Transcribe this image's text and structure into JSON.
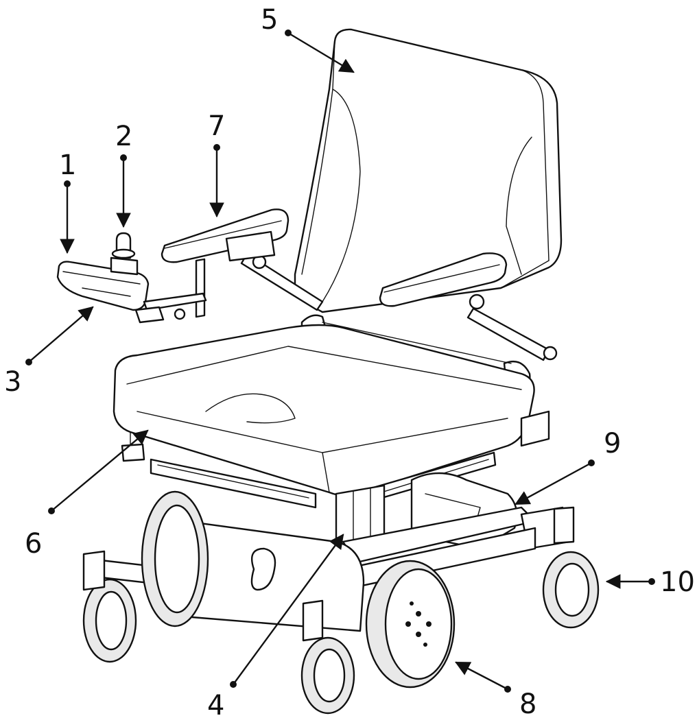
{
  "diagram": {
    "callouts": [
      {
        "id": "1",
        "label": "1"
      },
      {
        "id": "2",
        "label": "2"
      },
      {
        "id": "3",
        "label": "3"
      },
      {
        "id": "4",
        "label": "4"
      },
      {
        "id": "5",
        "label": "5"
      },
      {
        "id": "6",
        "label": "6"
      },
      {
        "id": "7",
        "label": "7"
      },
      {
        "id": "8",
        "label": "8"
      },
      {
        "id": "9",
        "label": "9"
      },
      {
        "id": "10",
        "label": "10"
      }
    ]
  },
  "colors": {
    "line": "#111111",
    "background": "#ffffff"
  }
}
